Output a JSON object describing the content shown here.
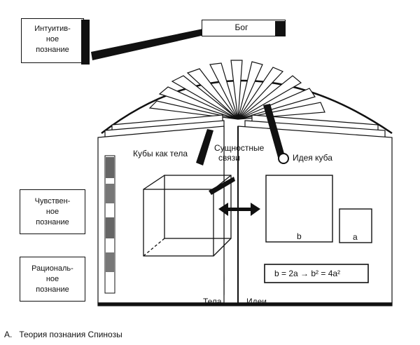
{
  "diagram": {
    "god": "Бог",
    "intuitive": [
      "Интуитив-",
      "ное",
      "познание"
    ],
    "sensory": [
      "Чувствен-",
      "ное",
      "познание"
    ],
    "rational": [
      "Рациональ-",
      "ное",
      "познание"
    ],
    "cubes_as_bodies": "Кубы как тела",
    "essential_links": [
      "Сущностные",
      "связи"
    ],
    "idea_of_cube": "Идея куба",
    "label_b": "b",
    "label_a": "a",
    "formula": "b = 2a → b² = 4a²",
    "bodies": "Тела",
    "ideas": "Идеи"
  },
  "caption": {
    "letter": "А.",
    "text": "Теория познания Спинозы"
  }
}
